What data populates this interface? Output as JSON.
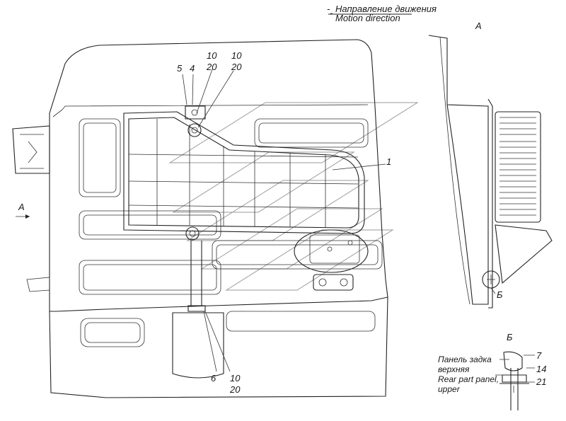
{
  "direction": {
    "ru": "Направление движения",
    "en": "Motion direction"
  },
  "view_labels": {
    "a_side": "A",
    "a_top": "A",
    "b_callout": "Б",
    "b_detail": "Б"
  },
  "callouts": {
    "p5": "5",
    "p4": "4",
    "p10_a": "10",
    "p20_a": "20",
    "p10_b": "10",
    "p20_b": "20",
    "p1": "1",
    "p6": "6",
    "p10_c": "10",
    "p20_c": "20",
    "p7": "7",
    "p14": "14",
    "p21": "21"
  },
  "panel_label": {
    "ru_line1": "Панель задка",
    "ru_line2": "верхняя",
    "en_line1": "Rear part panel,",
    "en_line2": "upper"
  },
  "icons": [
    "arrow-right-icon",
    "watermark-logo-icon"
  ]
}
